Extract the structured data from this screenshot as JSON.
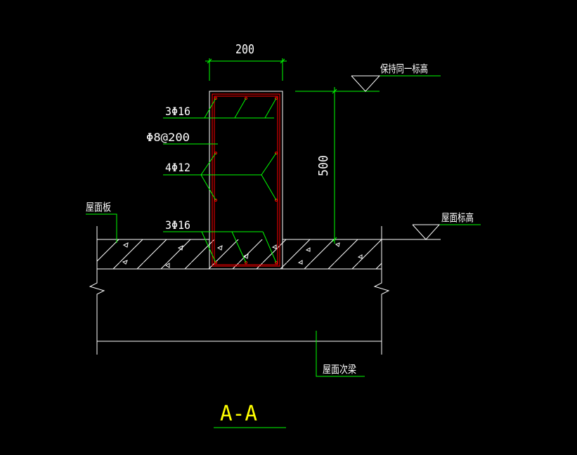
{
  "drawing": {
    "dim_width": "200",
    "dim_height": "500",
    "label_top_bars": "3Φ16",
    "label_stirrup": "Φ8@200",
    "label_side_bars": "4Φ12",
    "label_bottom_bars": "3Φ16",
    "label_roof_slab": "屋面板",
    "label_keep_level": "保持同一标高",
    "label_roof_level": "屋面标高",
    "label_roof_beam": "屋面次梁",
    "section_title": "A-A"
  },
  "colors": {
    "background": "#000000",
    "line_white": "#ffffff",
    "leader_green": "#00ff00",
    "rebar_red": "#ff0000",
    "title_yellow": "#ffff00"
  }
}
